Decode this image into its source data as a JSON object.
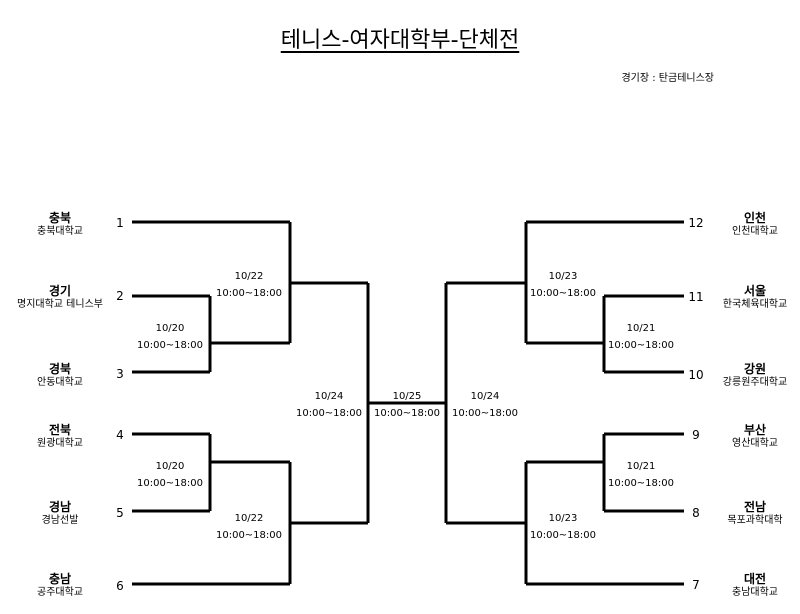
{
  "title": "테니스-여자대학부-단체전",
  "venue": "경기장 : 탄금테니스장",
  "teams": [
    {
      "seed": "1",
      "region": "충북",
      "school": "충북대학교"
    },
    {
      "seed": "2",
      "region": "경기",
      "school": "명지대학교 테니스부"
    },
    {
      "seed": "3",
      "region": "경북",
      "school": "안동대학교"
    },
    {
      "seed": "4",
      "region": "전북",
      "school": "원광대학교"
    },
    {
      "seed": "5",
      "region": "경남",
      "school": "경남선발"
    },
    {
      "seed": "6",
      "region": "충남",
      "school": "공주대학교"
    },
    {
      "seed": "12",
      "region": "인천",
      "school": "인천대학교"
    },
    {
      "seed": "11",
      "region": "서울",
      "school": "한국체육대학교"
    },
    {
      "seed": "10",
      "region": "강원",
      "school": "강릉원주대학교"
    },
    {
      "seed": "9",
      "region": "부산",
      "school": "영산대학교"
    },
    {
      "seed": "8",
      "region": "전남",
      "school": "목포과학대학"
    },
    {
      "seed": "7",
      "region": "대전",
      "school": "충남대학교"
    }
  ],
  "matches": [
    {
      "date": "10/20",
      "time": "10:00~18:00"
    },
    {
      "date": "10/22",
      "time": "10:00~18:00"
    },
    {
      "date": "10/20",
      "time": "10:00~18:00"
    },
    {
      "date": "10/22",
      "time": "10:00~18:00"
    },
    {
      "date": "10/24",
      "time": "10:00~18:00"
    },
    {
      "date": "10/25",
      "time": "10:00~18:00"
    },
    {
      "date": "10/24",
      "time": "10:00~18:00"
    },
    {
      "date": "10/23",
      "time": "10:00~18:00"
    },
    {
      "date": "10/21",
      "time": "10:00~18:00"
    },
    {
      "date": "10/21",
      "time": "10:00~18:00"
    },
    {
      "date": "10/23",
      "time": "10:00~18:00"
    }
  ]
}
